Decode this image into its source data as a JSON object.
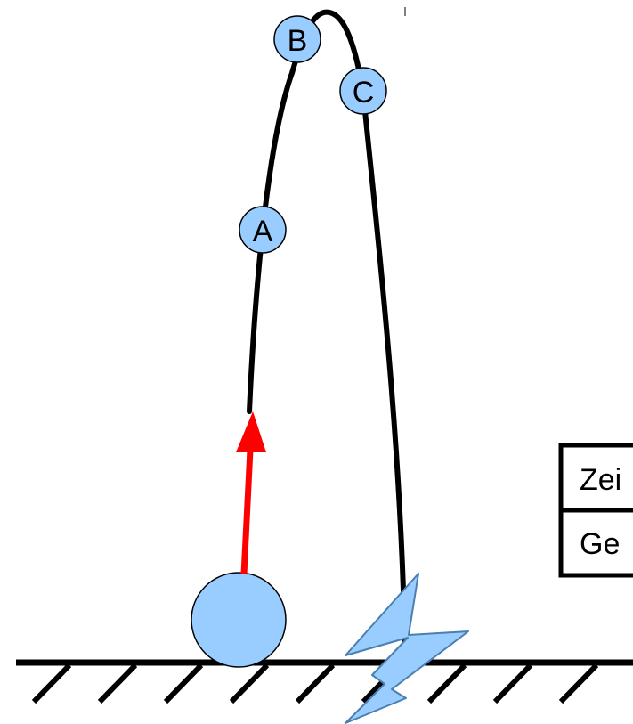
{
  "diagram": {
    "markers": [
      {
        "id": "A",
        "label": "A"
      },
      {
        "id": "B",
        "label": "B"
      },
      {
        "id": "C",
        "label": "C"
      }
    ],
    "table": {
      "rows": [
        {
          "label": "Zei"
        },
        {
          "label": "Ge"
        }
      ]
    },
    "colors": {
      "ball_fill": "#99ccff",
      "ball_stroke": "#000000",
      "trajectory": "#000000",
      "velocity_arrow": "#ff0000",
      "impact_bolt_fill": "#99ccff",
      "impact_bolt_stroke": "#4a7fb0",
      "ground": "#000000"
    },
    "icons": {
      "ball": "ball-icon",
      "velocity_arrow": "velocity-arrow-icon",
      "impact": "lightning-bolt-icon"
    }
  }
}
